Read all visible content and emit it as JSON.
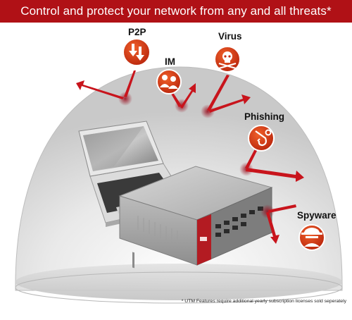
{
  "banner": {
    "title": "Control and protect your network from any and all threats*"
  },
  "threats": [
    {
      "label": "P2P",
      "icon": "download-arrows-icon"
    },
    {
      "label": "IM",
      "icon": "chat-users-icon"
    },
    {
      "label": "Virus",
      "icon": "skull-crossbones-icon"
    },
    {
      "label": "Phishing",
      "icon": "fishing-hook-icon"
    },
    {
      "label": "Spyware",
      "icon": "spy-icon"
    }
  ],
  "footnote": "* UTM Features require additional yearly subscription licenses sold seperately",
  "colors": {
    "brand_red": "#b01116",
    "threat_icon_red": "#d93412",
    "arrow_red": "#c8141c",
    "dome_gray": "#d6d6d6",
    "text_dark": "#111111"
  }
}
